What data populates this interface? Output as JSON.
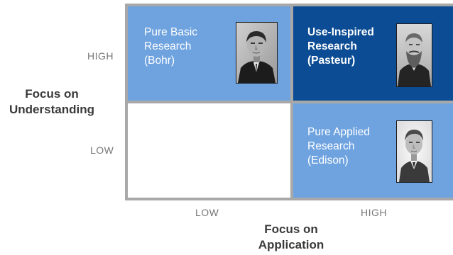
{
  "colors": {
    "quadrant_light": "#6fa3df",
    "quadrant_dark": "#0b4c94",
    "quadrant_empty": "#ffffff",
    "grid_border": "#a8a8a8",
    "tick_text": "#777777",
    "axis_title_text": "#3a3a3a"
  },
  "y_axis": {
    "title_line1": "Focus on",
    "title_line2": "Understanding",
    "tick_high": "HIGH",
    "tick_low": "LOW"
  },
  "x_axis": {
    "title_line1": "Focus on",
    "title_line2": "Application",
    "tick_low": "LOW",
    "tick_high": "HIGH"
  },
  "quadrants": {
    "top_left": {
      "line1": "Pure Basic",
      "line2": "Research",
      "line3": "(Bohr)",
      "portrait_icon": "bohr-portrait-photo"
    },
    "top_right": {
      "line1": "Use-Inspired",
      "line2": "Research",
      "line3": "(Pasteur)",
      "portrait_icon": "pasteur-portrait-photo"
    },
    "bottom_left": {},
    "bottom_right": {
      "line1": "Pure Applied",
      "line2": "Research",
      "line3": "(Edison)",
      "portrait_icon": "edison-portrait-photo"
    }
  }
}
